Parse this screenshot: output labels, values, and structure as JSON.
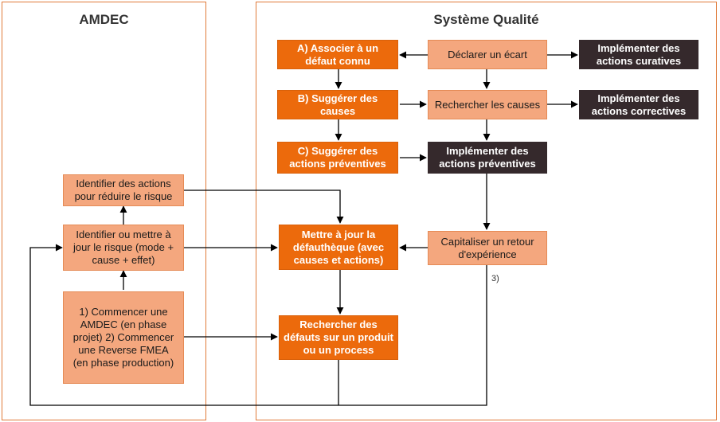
{
  "lanes": {
    "amdec_title": "AMDEC",
    "qualite_title": "Système Qualité"
  },
  "nodes": {
    "associer": "A) Associer à un défaut connu",
    "declarer": "Déclarer un écart",
    "curatives": "Implémenter des actions curatives",
    "suggerer_causes": "B) Suggérer des causes",
    "rechercher_causes": "Rechercher les causes",
    "correctives": "Implémenter des actions correctives",
    "suggerer_preventives": "C) Suggérer des actions préventives",
    "implementer_preventives": "Implémenter des actions préventives",
    "identifier_actions": "Identifier des actions pour réduire le risque",
    "identifier_risque": "Identifier ou mettre à jour le risque (mode + cause + effet)",
    "commencer": "1) Commencer une AMDEC (en phase projet) 2) Commencer une Reverse FMEA (en phase production)",
    "mettre_a_jour": "Mettre à jour la défauthèque (avec causes et actions)",
    "capitaliser": "Capitaliser un retour d'expérience",
    "rechercher_defauts": "Rechercher des défauts sur un produit ou un process"
  },
  "annotations": {
    "step3": "3)"
  },
  "colors": {
    "lane_border": "#e07b39",
    "light_box": "#f4a77e",
    "orange_box": "#ec6a0c",
    "dark_box": "#35292c",
    "connector": "#000000"
  }
}
